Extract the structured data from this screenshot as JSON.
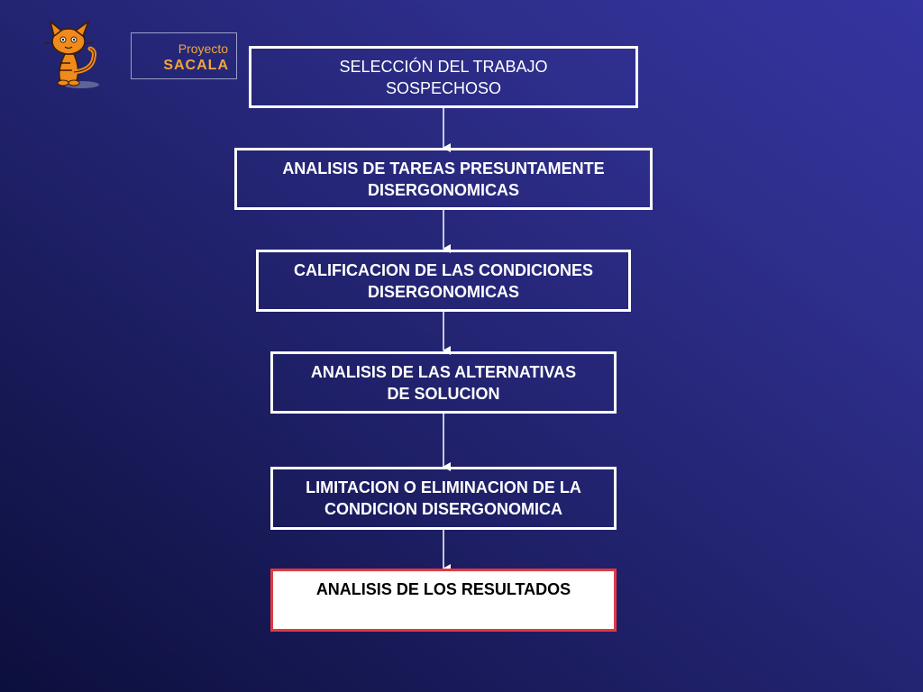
{
  "logo": {
    "line1": "Proyecto",
    "line2": "SACALA"
  },
  "flow": {
    "steps": [
      "SELECCIÓN DEL TRABAJO\nSOSPECHOSO",
      "ANALISIS DE TAREAS PRESUNTAMENTE\nDISERGONOMICAS",
      "CALIFICACION DE LAS CONDICIONES\nDISERGONOMICAS",
      "ANALISIS DE LAS ALTERNATIVAS\nDE SOLUCION",
      "LIMITACION O ELIMINACION DE LA\nCONDICION DISERGONOMICA",
      "ANALISIS DE LOS RESULTADOS"
    ]
  },
  "colors": {
    "background": "#2e2e8c",
    "box_border": "#ffffff",
    "final_box_border": "#e03a45",
    "logo_text": "#f2a63a"
  }
}
